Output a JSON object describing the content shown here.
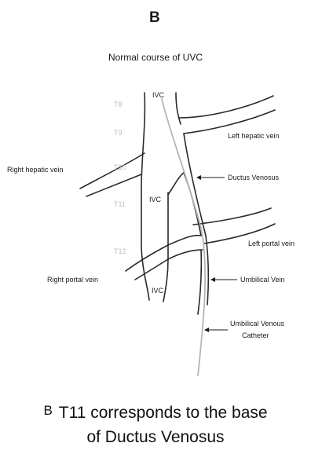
{
  "panel_letter": "B",
  "diagram": {
    "title": "Normal course of UVC",
    "vertebral_levels": [
      "T8",
      "T9",
      "T10",
      "T11",
      "T12"
    ],
    "labels": {
      "ivc_top": "IVC",
      "ivc_middle": "IVC",
      "ivc_bottom": "IVC",
      "left_hepatic_vein": "Left hepatic vein",
      "right_hepatic_vein": "Right hepatic vein",
      "ductus_venosus": "Ductus Venosus",
      "left_portal_vein": "Left portal vein",
      "right_portal_vein": "Right portal vein",
      "umbilical_vein": "Umbilical Vein",
      "umbilical_venous_catheter_line1": "Umbilical Venous",
      "umbilical_venous_catheter_line2": "Catheter"
    },
    "colors": {
      "vessel_outline": "#2a2a2a",
      "catheter": "#b5b5b5",
      "vertebral_text": "#bdbdbd"
    }
  },
  "caption": {
    "letter": "B",
    "line1": "T11 corresponds to the base",
    "line2": "of Ductus Venosus"
  }
}
